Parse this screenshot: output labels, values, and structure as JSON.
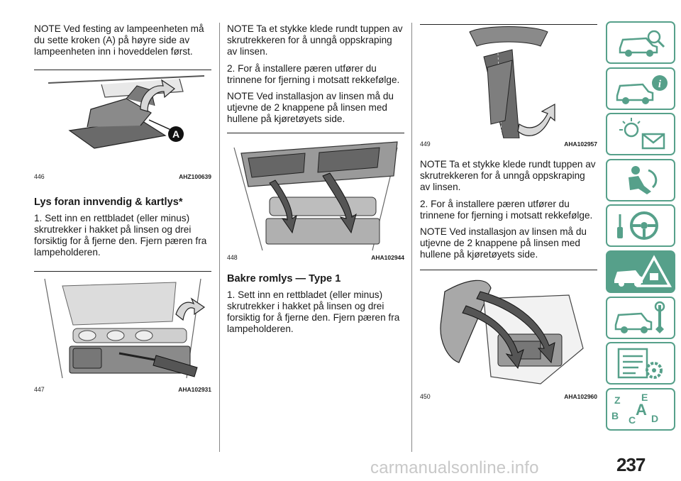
{
  "col1": {
    "note1": "NOTE  Ved festing av lampeenheten må du sette kroken (A) på høyre side av lampeenheten inn i hoveddelen først.",
    "fig446": {
      "num": "446",
      "code": "AHZ100639",
      "label_a": "A"
    },
    "heading": "Lys foran innvendig & kartlys*",
    "step1": "1. Sett inn en rettbladet (eller minus) skrutrekker i hakket på linsen og drei forsiktig for å fjerne den. Fjern pæren fra lampeholderen.",
    "fig447": {
      "num": "447",
      "code": "AHA102931"
    }
  },
  "col2": {
    "note1": "NOTE  Ta et stykke klede rundt tuppen av skrutrekkeren for å unngå oppskraping av linsen.",
    "step2": "2. For å installere pæren utfører du trinnene for fjerning i motsatt rekkefølge.",
    "note2": "NOTE  Ved installasjon av linsen må du utjevne de 2 knappene på linsen med hullene på kjøretøyets side.",
    "fig448": {
      "num": "448",
      "code": "AHA102944"
    },
    "heading": "Bakre romlys — Type 1",
    "step1": "1. Sett inn en rettbladet (eller minus) skrutrekker i hakket på linsen og drei forsiktig for å fjerne den. Fjern pæren fra lampeholderen."
  },
  "col3": {
    "fig449": {
      "num": "449",
      "code": "AHA102957"
    },
    "note1": "NOTE  Ta et stykke klede rundt tuppen av skrutrekkeren for å unngå oppskraping av linsen.",
    "step2": "2. For å installere pæren utfører du trinnene for fjerning i motsatt rekkefølge.",
    "note2": "NOTE  Ved installasjon av linsen må du utjevne de 2 knappene på linsen med hullene på kjøretøyets side.",
    "fig450": {
      "num": "450",
      "code": "AHA102960"
    }
  },
  "page_number": "237",
  "watermark": "carmanualsonline.info",
  "tabs": [
    {
      "icon": "car-search-icon",
      "active": false
    },
    {
      "icon": "car-info-icon",
      "active": false
    },
    {
      "icon": "light-message-icon",
      "active": false
    },
    {
      "icon": "airbag-seat-icon",
      "active": false
    },
    {
      "icon": "steering-wheel-icon",
      "active": false
    },
    {
      "icon": "emergency-warning-icon",
      "active": true
    },
    {
      "icon": "car-maintenance-icon",
      "active": false
    },
    {
      "icon": "technical-data-icon",
      "active": false
    },
    {
      "icon": "alphabetical-index-icon",
      "active": false
    }
  ],
  "colors": {
    "tab_accent": "#56a08a",
    "rule": "#222222"
  }
}
